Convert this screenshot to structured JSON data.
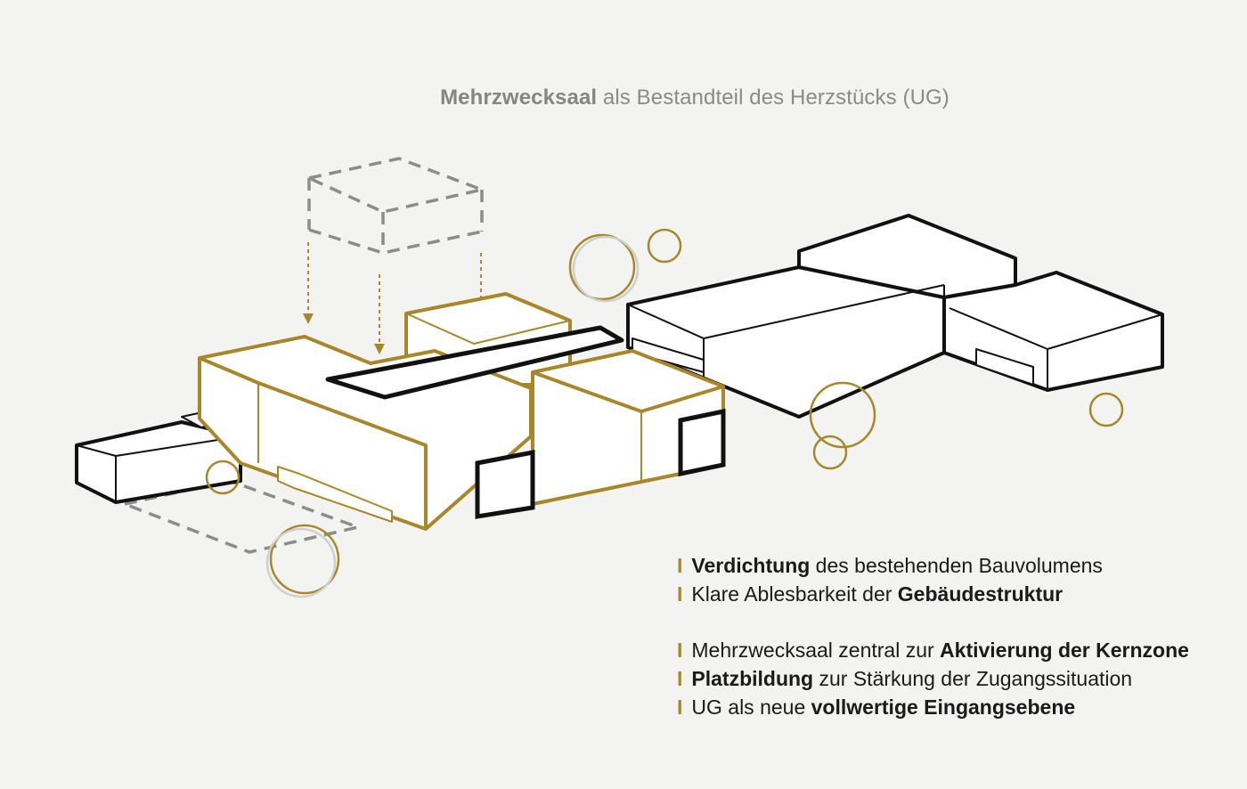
{
  "title": {
    "bold": "Mehrzwecksaal",
    "rest": " als Bestandteil des Herzstücks (UG)"
  },
  "colors": {
    "gold": "#a8872a",
    "black": "#111111",
    "dashed_grey": "#8c8c8c",
    "background": "#f3f3f1"
  },
  "bullet_marker": "I",
  "group1": [
    {
      "parts": [
        {
          "t": "Verdichtung",
          "b": true
        },
        {
          "t": " des bestehenden Bauvolumens",
          "b": false
        }
      ]
    },
    {
      "parts": [
        {
          "t": "Klare Ablesbarkeit der ",
          "b": false
        },
        {
          "t": "Gebäudestruktur",
          "b": true
        }
      ]
    }
  ],
  "group2": [
    {
      "parts": [
        {
          "t": "Mehrzwecksaal zentral zur ",
          "b": false
        },
        {
          "t": "Aktivierung der Kernzone",
          "b": true
        }
      ]
    },
    {
      "parts": [
        {
          "t": "Platzbildung",
          "b": true
        },
        {
          "t": " zur Stärkung der Zugangssituation",
          "b": false
        }
      ]
    },
    {
      "parts": [
        {
          "t": "UG als neue ",
          "b": false
        },
        {
          "t": "vollwertige Eingangsebene",
          "b": true
        }
      ]
    }
  ]
}
